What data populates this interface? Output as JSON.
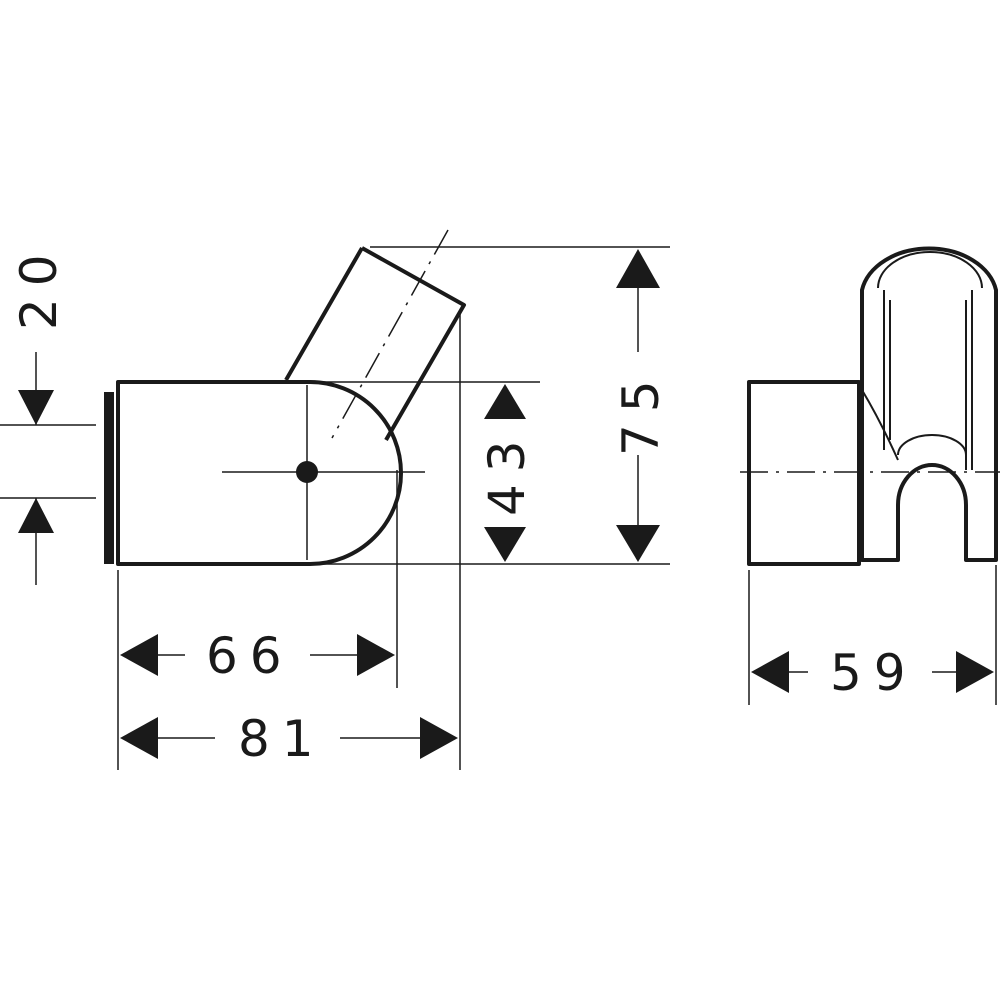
{
  "dimensions": {
    "d20": "20",
    "d43": "43",
    "d75": "75",
    "d66": "66",
    "d81": "81",
    "d59": "59"
  },
  "colors": {
    "line": "#1a1a1a",
    "background": "#ffffff"
  }
}
